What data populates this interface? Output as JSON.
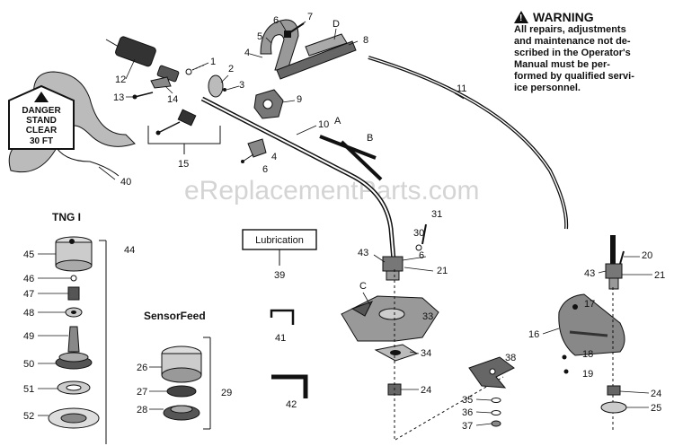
{
  "warning": {
    "title": "WARNING",
    "lines": [
      "All repairs, adjustments",
      "and maintenance not de-",
      "scribed in the Operator's",
      "Manual must be per-",
      "formed by qualified servi-",
      "ice personnel."
    ]
  },
  "watermark": "eReplacementParts.com",
  "danger_tag": [
    "DANGER",
    "STAND",
    "CLEAR",
    "30 FT"
  ],
  "sections": {
    "tng": "TNG I",
    "sensorfeed": "SensorFeed",
    "lubrication": "Lubrication"
  },
  "labels": {
    "l1": "1",
    "l2": "2",
    "l3": "3",
    "l4a": "4",
    "l4b": "4",
    "l5": "5",
    "l6a": "6",
    "l6b": "6",
    "l6c": "6",
    "l7": "7",
    "l8": "8",
    "lD": "D",
    "l9": "9",
    "l10": "10",
    "l11": "11",
    "l12": "12",
    "l13": "13",
    "l14": "14",
    "l15": "15",
    "lA": "A",
    "lB": "B",
    "l40": "40",
    "l44": "44",
    "l45": "45",
    "l46": "46",
    "l47": "47",
    "l48": "48",
    "l49": "49",
    "l50": "50",
    "l51": "51",
    "l52": "52",
    "l26": "26",
    "l27": "27",
    "l28": "28",
    "l29": "29",
    "l39": "39",
    "l41": "41",
    "l42": "42",
    "l31": "31",
    "l30": "30",
    "l43a": "43",
    "l21a": "21",
    "lC": "C",
    "l33": "33",
    "l34": "34",
    "l24a": "24",
    "l38": "38",
    "l35": "35",
    "l36": "36",
    "l37": "37",
    "l20": "20",
    "l43b": "43",
    "l21b": "21",
    "l16": "16",
    "l17": "17",
    "l18": "18",
    "l19": "19",
    "l24b": "24",
    "l25": "25"
  }
}
